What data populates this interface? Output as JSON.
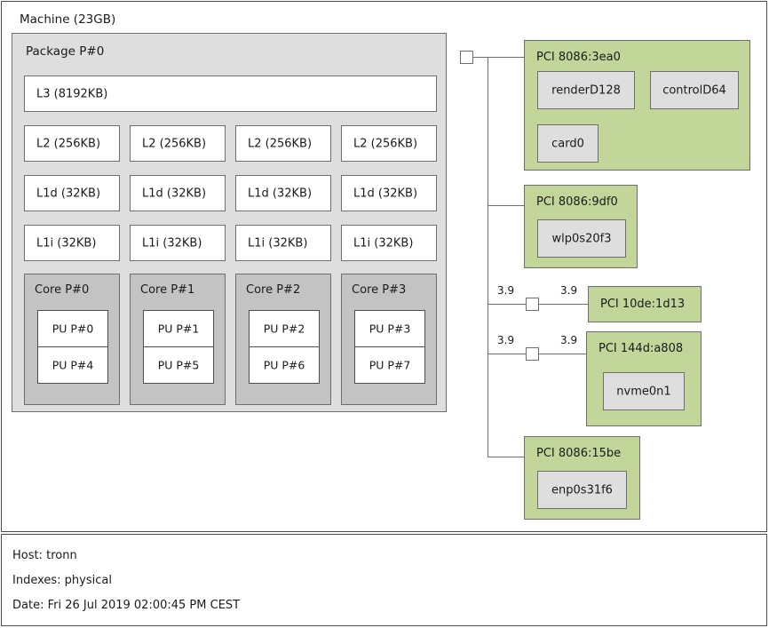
{
  "machine": {
    "label": "Machine (23GB)"
  },
  "package": {
    "label": "Package P#0",
    "l3": "L3 (8192KB)",
    "l2": [
      "L2 (256KB)",
      "L2 (256KB)",
      "L2 (256KB)",
      "L2 (256KB)"
    ],
    "l1d": [
      "L1d (32KB)",
      "L1d (32KB)",
      "L1d (32KB)",
      "L1d (32KB)"
    ],
    "l1i": [
      "L1i (32KB)",
      "L1i (32KB)",
      "L1i (32KB)",
      "L1i (32KB)"
    ],
    "cores": [
      {
        "label": "Core P#0",
        "pus": [
          "PU P#0",
          "PU P#4"
        ]
      },
      {
        "label": "Core P#1",
        "pus": [
          "PU P#1",
          "PU P#5"
        ]
      },
      {
        "label": "Core P#2",
        "pus": [
          "PU P#2",
          "PU P#6"
        ]
      },
      {
        "label": "Core P#3",
        "pus": [
          "PU P#3",
          "PU P#7"
        ]
      }
    ]
  },
  "io": {
    "devices": [
      {
        "label": "PCI 8086:3ea0",
        "osdevs": [
          "renderD128",
          "controlD64",
          "card0"
        ],
        "link_speed_left": "",
        "link_speed_right": ""
      },
      {
        "label": "PCI 8086:9df0",
        "osdevs": [
          "wlp0s20f3"
        ],
        "link_speed_left": "",
        "link_speed_right": ""
      },
      {
        "label": "PCI 10de:1d13",
        "osdevs": [],
        "link_speed_left": "3.9",
        "link_speed_right": "3.9"
      },
      {
        "label": "PCI 144d:a808",
        "osdevs": [
          "nvme0n1"
        ],
        "link_speed_left": "3.9",
        "link_speed_right": "3.9"
      },
      {
        "label": "PCI 8086:15be",
        "osdevs": [
          "enp0s31f6"
        ],
        "link_speed_left": "",
        "link_speed_right": ""
      }
    ]
  },
  "legend": {
    "host": "Host: tronn",
    "indexes": "Indexes: physical",
    "date": "Date: Fri 26 Jul 2019 02:00:45 PM CEST"
  },
  "colors": {
    "pci_fill": "#c2d69a",
    "package_fill": "#dedede",
    "core_fill": "#c3c3c3",
    "cache_fill": "#ffffff",
    "osdev_fill": "#dedede",
    "stroke": "#6e6e6e"
  }
}
